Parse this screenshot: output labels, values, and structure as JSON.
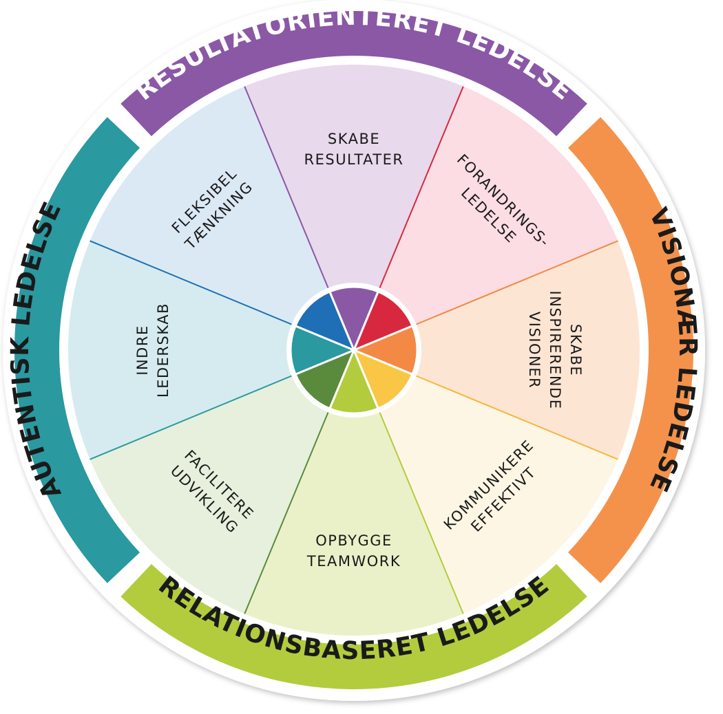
{
  "rings": [
    {
      "id": "top",
      "label": "RESULTATORIENTERET LEDELSE",
      "color": "#8a58a5",
      "text_color": "#ffffff"
    },
    {
      "id": "right",
      "label": "VISIONÆR LEDELSE",
      "color": "#f4924b",
      "text_color": "#1a1a1a"
    },
    {
      "id": "bottom",
      "label": "RELATIONSBASERET LEDELSE",
      "color": "#b2cc3e",
      "text_color": "#1a1a1a"
    },
    {
      "id": "left",
      "label": "AUTENTISK LEDELSE",
      "color": "#2a99a0",
      "text_color": "#1a1a1a"
    }
  ],
  "segments": [
    {
      "id": "skabe-resultater",
      "lines": [
        "SKABE",
        "RESULTATER"
      ],
      "fill": "#e8d9ec",
      "line_color": "#8a58a5",
      "hub_color": "#8a58a5"
    },
    {
      "id": "forandringsledelse",
      "lines": [
        "FORANDRINGS-",
        "LEDELSE"
      ],
      "fill": "#fbdde3",
      "line_color": "#d8283f",
      "hub_color": "#d8283f"
    },
    {
      "id": "skabe-inspirerende-visioner",
      "lines": [
        "SKABE",
        "INSPIRERENDE",
        "VISIONER"
      ],
      "fill": "#fde5d4",
      "line_color": "#f28a45",
      "hub_color": "#f28a45"
    },
    {
      "id": "kommunikere-effektivt",
      "lines": [
        "KOMMUNIKERE",
        "EFFEKTIVT"
      ],
      "fill": "#fef6e4",
      "line_color": "#f5b83e",
      "hub_color": "#f9c646"
    },
    {
      "id": "opbygge-teamwork",
      "lines": [
        "OPBYGGE",
        "TEAMWORK"
      ],
      "fill": "#eaf1c8",
      "line_color": "#b2cc3e",
      "hub_color": "#b2cc3e"
    },
    {
      "id": "facilitere-udvikling",
      "lines": [
        "FACILITERE",
        "UDVIKLING"
      ],
      "fill": "#e6f0dc",
      "line_color": "#5a8a3c",
      "hub_color": "#5a8a3c"
    },
    {
      "id": "indre-lederskab",
      "lines": [
        "INDRE",
        "LEDERSKAB"
      ],
      "fill": "#d5ebef",
      "line_color": "#2a99a0",
      "hub_color": "#2a99a0"
    },
    {
      "id": "fleksibel-taenkning",
      "lines": [
        "FLEKSIBEL",
        "TÆNKNING"
      ],
      "fill": "#dbe9f5",
      "line_color": "#1e6fb5",
      "hub_color": "#1e6fb5"
    }
  ]
}
